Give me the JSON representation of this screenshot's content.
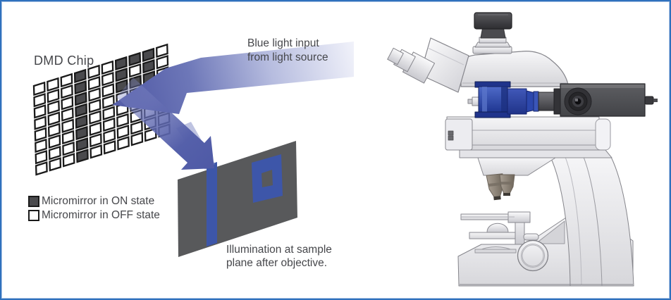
{
  "diagram": {
    "dmd_chip_label": "DMD Chip",
    "blue_light_label": [
      "Blue light input",
      "from light source"
    ],
    "illumination_label": [
      "Illumination at sample",
      "plane after objective."
    ],
    "legend": [
      {
        "state": "on",
        "label": "Micromirror in ON state"
      },
      {
        "state": "off",
        "label": "Micromirror in OFF state"
      }
    ],
    "dmd_grid": {
      "cols": 10,
      "rows": 8,
      "on_cells": [
        [
          3,
          0
        ],
        [
          3,
          1
        ],
        [
          3,
          2
        ],
        [
          3,
          3
        ],
        [
          3,
          4
        ],
        [
          3,
          5
        ],
        [
          3,
          6
        ],
        [
          3,
          7
        ],
        [
          6,
          0
        ],
        [
          7,
          0
        ],
        [
          8,
          0
        ],
        [
          6,
          1
        ],
        [
          8,
          1
        ],
        [
          6,
          2
        ],
        [
          7,
          2
        ],
        [
          8,
          2
        ]
      ]
    },
    "sample_plane_pattern": [
      "vertical-bar",
      "square-ring"
    ]
  },
  "illustration": {
    "microscope_parts": [
      "camera",
      "trinocular-head",
      "eyepieces",
      "dmd-module",
      "coupling-tube",
      "projector-box",
      "illuminator-arm",
      "nosepiece",
      "objectives",
      "stage",
      "condenser",
      "focus-knob",
      "arm",
      "base"
    ]
  },
  "colors": {
    "border": "#2f71bd",
    "arrow_blue": "#5560aa",
    "plane_gray": "#58595b",
    "pattern_blue": "#3d56a9",
    "mirror_on": "#4a4a4d",
    "mirror_off": "#ffffff",
    "outline": "#1a1a1a",
    "text": "#46474b",
    "module_blue": "#2c47ac"
  }
}
